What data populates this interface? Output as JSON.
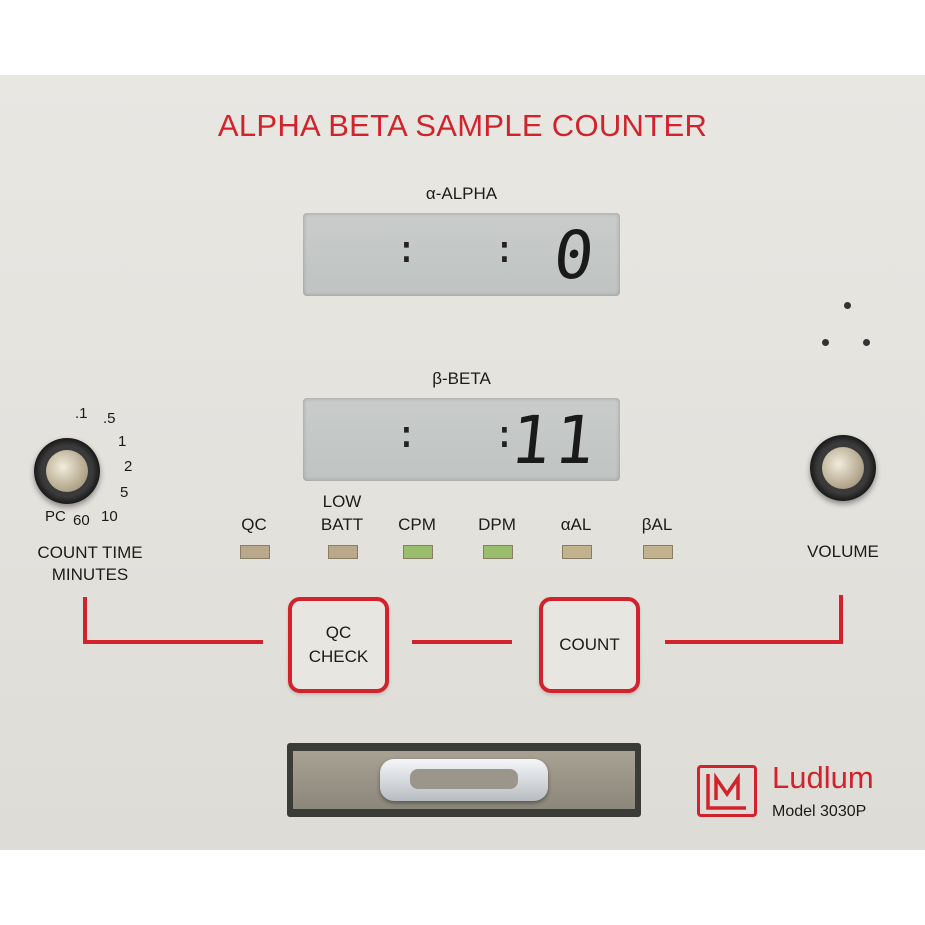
{
  "title": "ALPHA BETA SAMPLE COUNTER",
  "alpha": {
    "label": "α-ALPHA",
    "value": "0",
    "separators": [
      ":",
      ":"
    ]
  },
  "beta": {
    "label": "β-BETA",
    "value": "11",
    "separators": [
      ":",
      ":"
    ]
  },
  "count_time": {
    "label_line1": "COUNT TIME",
    "label_line2": "MINUTES",
    "ticks": [
      ".1",
      ".5",
      "1",
      "2",
      "5",
      "10",
      "60",
      "PC"
    ]
  },
  "volume": {
    "label": "VOLUME"
  },
  "indicators": [
    {
      "label_line1": "",
      "label_line2": "QC",
      "color": "#b9a98a"
    },
    {
      "label_line1": "LOW",
      "label_line2": "BATT",
      "color": "#b9a98a"
    },
    {
      "label_line1": "",
      "label_line2": "CPM",
      "color": "#98bd6b"
    },
    {
      "label_line1": "",
      "label_line2": "DPM",
      "color": "#98bd6b"
    },
    {
      "label_line1": "",
      "label_line2": "αAL",
      "color": "#c2b28e"
    },
    {
      "label_line1": "",
      "label_line2": "βAL",
      "color": "#c2b28e"
    }
  ],
  "buttons": {
    "qc_line1": "QC",
    "qc_line2": "CHECK",
    "count": "COUNT"
  },
  "brand": {
    "name": "Ludlum",
    "model": "Model 3030P",
    "logo_letters": "LM"
  },
  "colors": {
    "accent": "#d2232c"
  }
}
